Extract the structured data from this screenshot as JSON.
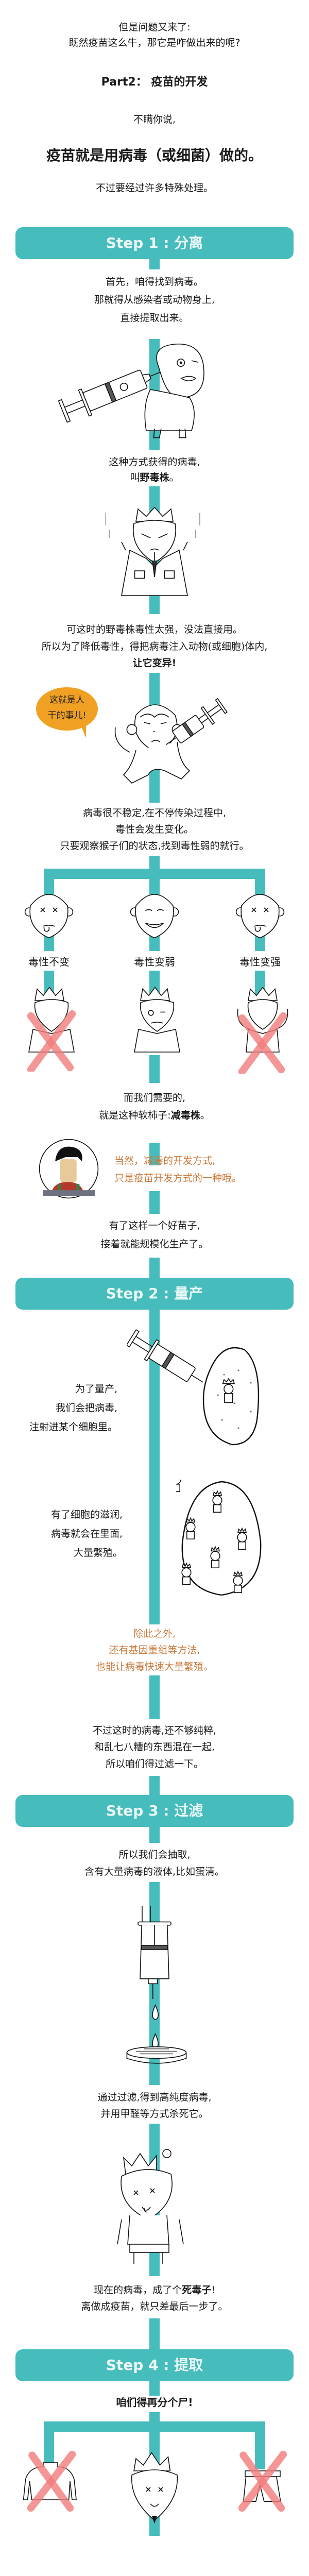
{
  "intro": {
    "line1": "但是问题又来了:",
    "line2": "既然疫苗这么牛，那它是咋做出来的呢?",
    "part_title": "Part2： 疫苗的开发",
    "lead": "不瞒你说,",
    "headline": "疫苗就是用病毒（或细菌）做的。",
    "note": "不过要经过许多特殊处理。"
  },
  "step1": {
    "title": "Step 1 : 分离",
    "find": [
      "首先，咱得找到病毒。",
      "那就得从感染者或动物身上,",
      "直接提取出来。"
    ],
    "wild_line1": "这种方式获得的病毒,",
    "wild_prefix": "叫",
    "wild_bold": "野毒株",
    "wild_suffix": "。",
    "mutate": [
      "可这时的野毒株毒性太强，没法直接用。",
      "所以为了降低毒性，得把病毒注入动物(或细胞)体内,"
    ],
    "mutate_bold": "让它变异!",
    "bubble": [
      "这就是人",
      "干的事儿!"
    ],
    "observe": [
      "病毒很不稳定,在不停传染过程中,",
      "毒性会发生变化。",
      "只要观察猴子们的状态,找到毒性弱的就行。"
    ],
    "branches": [
      "毒性不变",
      "毒性变弱",
      "毒性变强"
    ],
    "need_line1": "而我们需要的,",
    "need_prefix": "就是这种软柿子:",
    "need_bold": "减毒株",
    "need_suffix": "。",
    "aside": [
      "当然，减毒的开发方式,",
      "只是疫苗开发方式的一种哦。"
    ]
  },
  "transition": [
    "有了这样一个好苗子,",
    "接着就能规模化生产了。"
  ],
  "step2": {
    "title": "Step 2 : 量产",
    "inject": [
      "为了量产,",
      "我们会把病毒,",
      "注射进某个细胞里。"
    ],
    "grow": [
      "有了细胞的滋润,",
      "病毒就会在里面,",
      "大量繁殖。"
    ],
    "other": [
      "除此之外,",
      "还有基因重组等方法,",
      "也能让病毒快速大量繁殖。"
    ],
    "impure": [
      "不过这时的病毒,还不够纯粹,",
      "和乱七八糟的东西混在一起,",
      "所以咱们得过滤一下。"
    ]
  },
  "step3": {
    "title": "Step 3 : 过滤",
    "extract": [
      "所以我们会抽取,",
      "含有大量病毒的液体,比如蛋清。"
    ],
    "kill": [
      "通过过滤,得到高纯度病毒,",
      "并用甲醛等方式杀死它。"
    ],
    "dead_prefix": "现在的病毒，成了个",
    "dead_bold": "死毒子",
    "dead_suffix": "!",
    "last_step": "离做成疫苗，就只差最后一步了。"
  },
  "step4": {
    "title": "Step 4 : 提取",
    "split": "咱们得再分个尸!"
  },
  "colors": {
    "teal": "#47bcbc",
    "orange_text": "#c97a3c",
    "bubble": "#f0a023",
    "cross": "#f27c7c"
  }
}
